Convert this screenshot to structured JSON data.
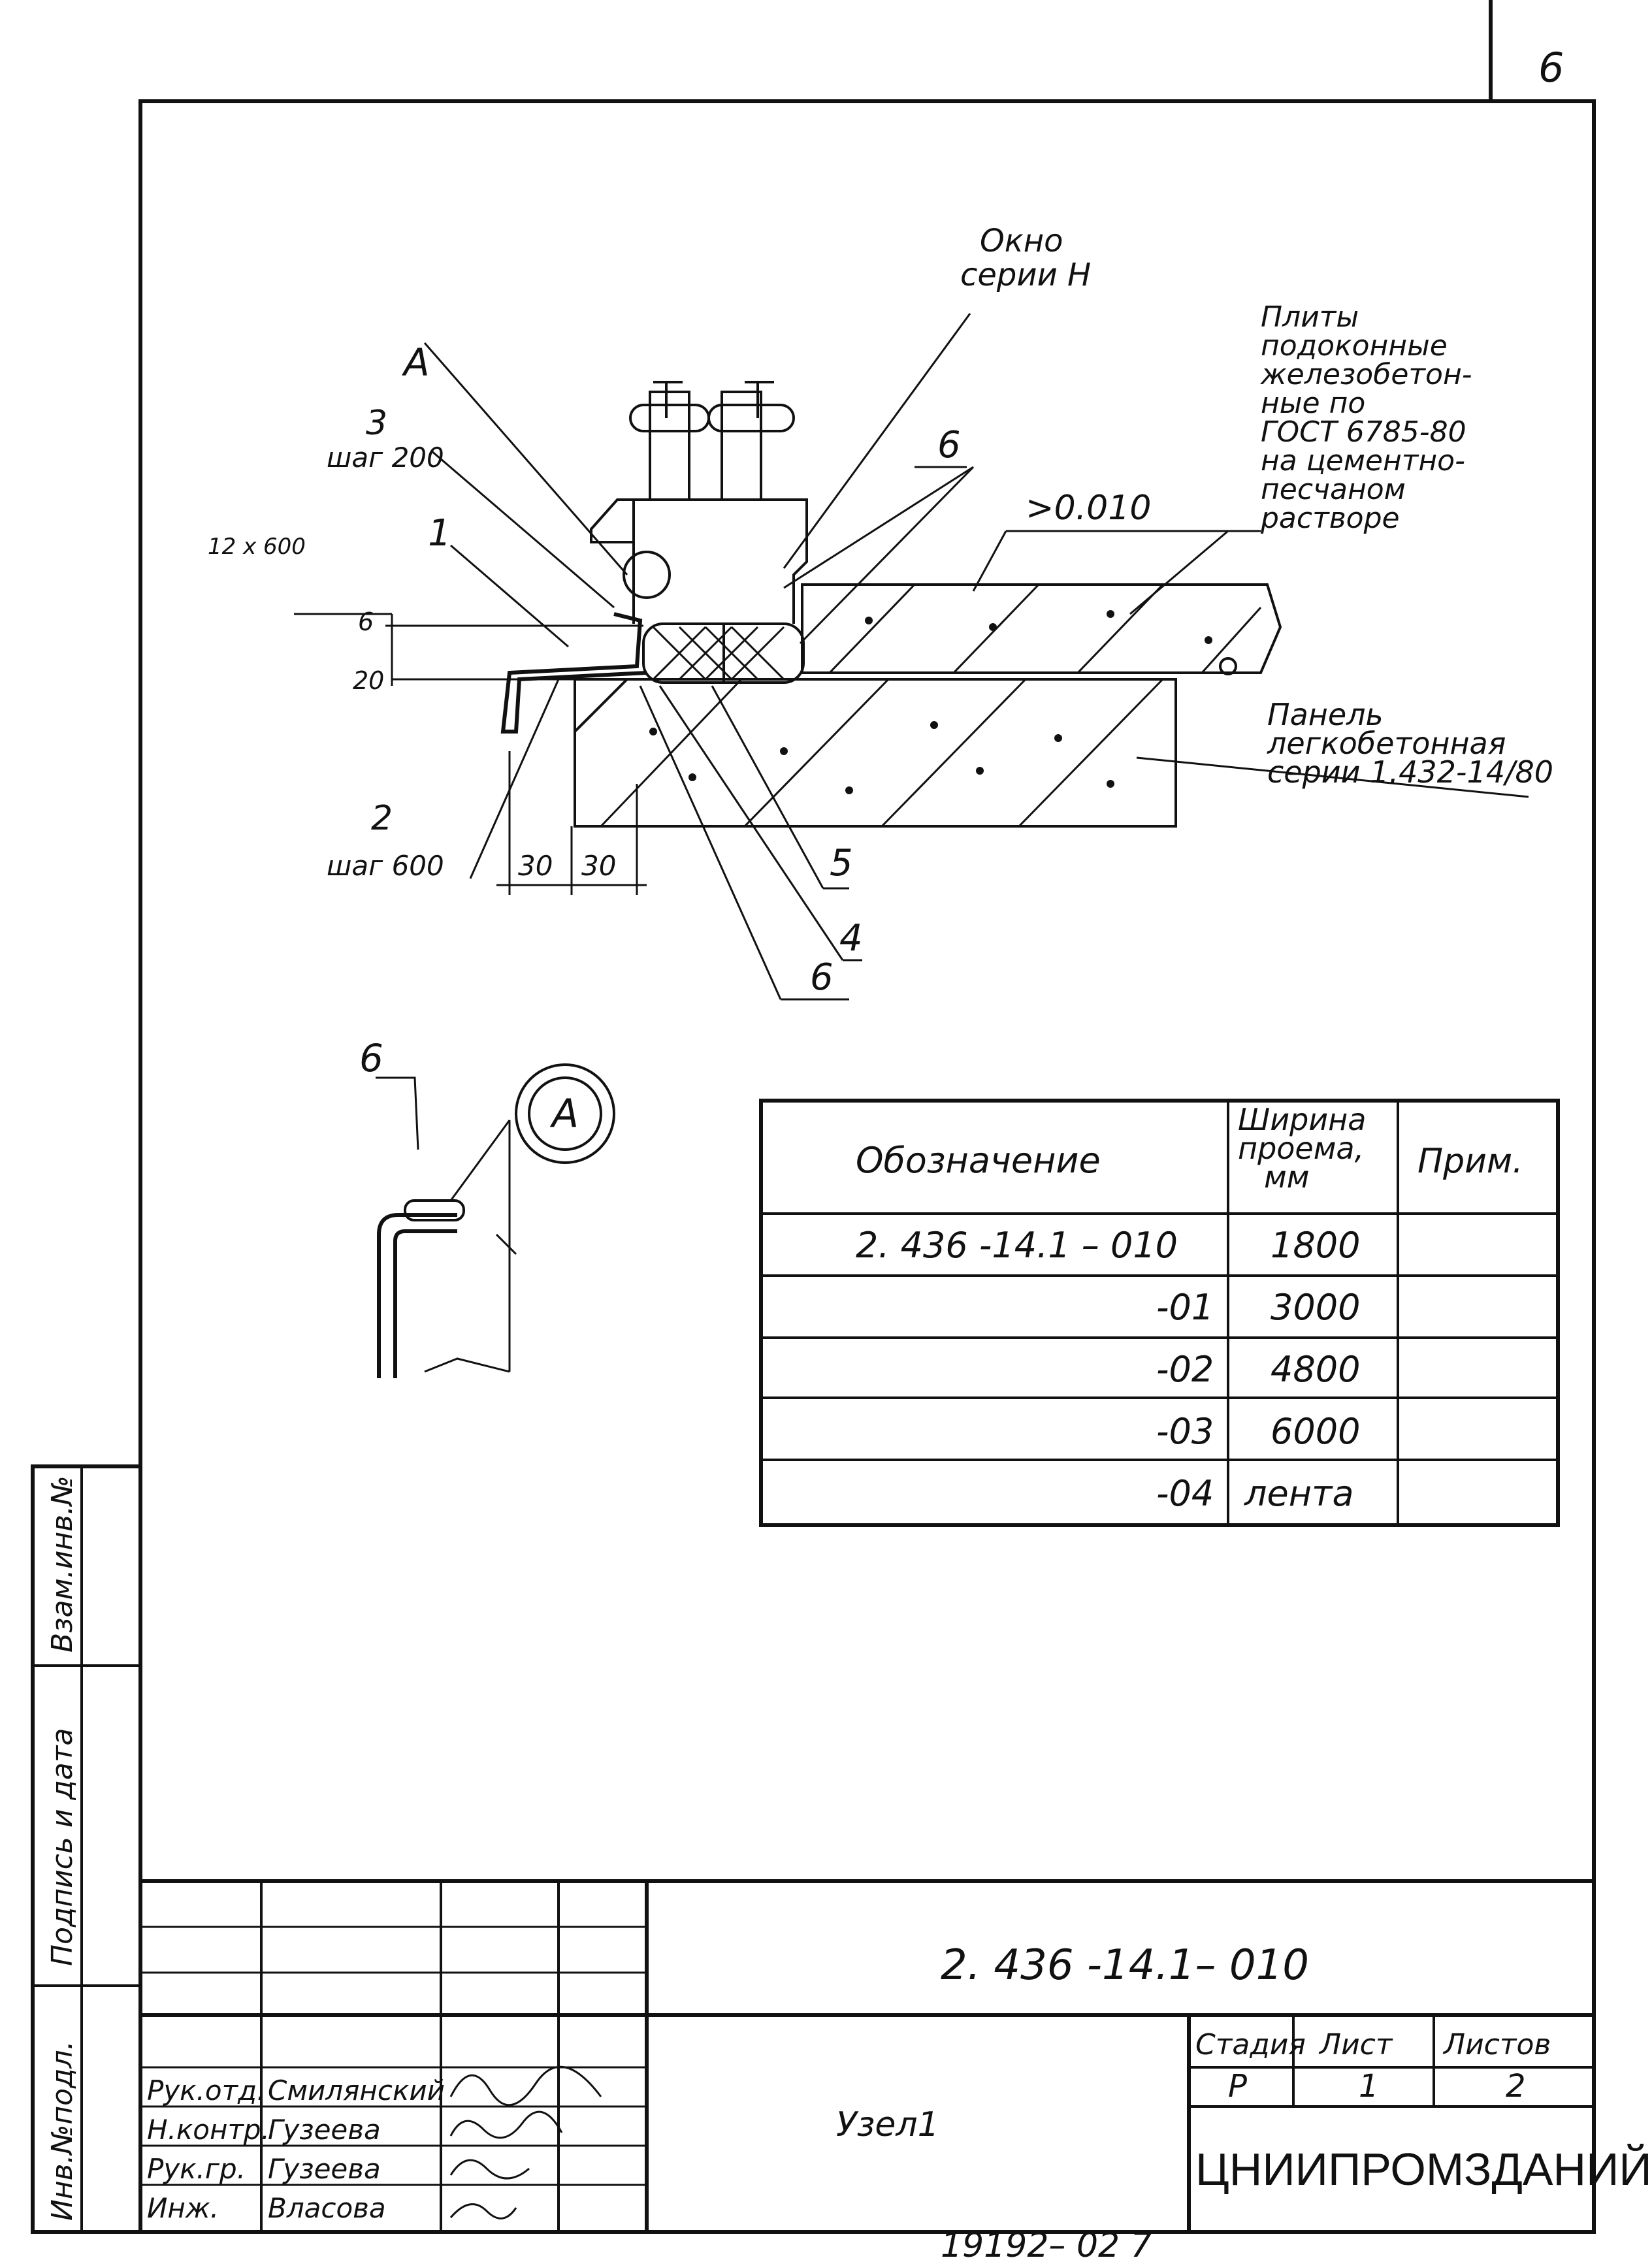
{
  "page_number": "6",
  "labels": {
    "window": "Окно\nсерии Н",
    "plates": "Плиты\nподоконные\nжелезобетон-\nные  по\nГОСТ 6785-80\nна цементно-\nпесчаном\nрастворе",
    "panel": "Панель\nлегкобетонная\nсерии 1.432-14/80",
    "level": ">0.010",
    "callout_a": "А",
    "item_1": "1",
    "item_2": "2",
    "item_2_step": "шаг 600",
    "item_3": "3",
    "item_3_step": "шаг 200",
    "item_4": "4",
    "item_5": "5",
    "item_6_top": "6",
    "item_6_bottom": "6",
    "item_6_detail": "6",
    "dim_nail": "12 х 600",
    "dim_6": "6",
    "dim_20": "20",
    "dim_30a": "30",
    "dim_30b": "30",
    "detail_mark": "А"
  },
  "spec_table": {
    "headers": [
      "Обозначение",
      "Ширина\nпроема,\nмм",
      "Прим."
    ],
    "rows": [
      [
        "2. 436 -14.1 – 010",
        "1800",
        ""
      ],
      [
        "-01",
        "3000",
        ""
      ],
      [
        "-02",
        "4800",
        ""
      ],
      [
        "-03",
        "6000",
        ""
      ],
      [
        "-04",
        "лента",
        ""
      ]
    ]
  },
  "side_stamp": [
    "Инв.№подл.",
    "Подпись и дата",
    "Взам.инв.№"
  ],
  "title_block": {
    "document_code": "2. 436 -14.1– 010",
    "title": "Узел1",
    "roles": [
      "Рук.отд.",
      "Н.контр.",
      "Рук.гр.",
      "Инж."
    ],
    "names": [
      "Смилянский",
      "Гузеева",
      "Гузеева",
      "Власова"
    ],
    "stage_header": "Стадия",
    "sheet_header": "Лист",
    "sheets_header": "Листов",
    "stage": "Р",
    "sheet": "1",
    "sheets": "2",
    "organization": "ЦНИИПРОМЗДАНИЙ"
  },
  "footer": "19192– 02    7"
}
